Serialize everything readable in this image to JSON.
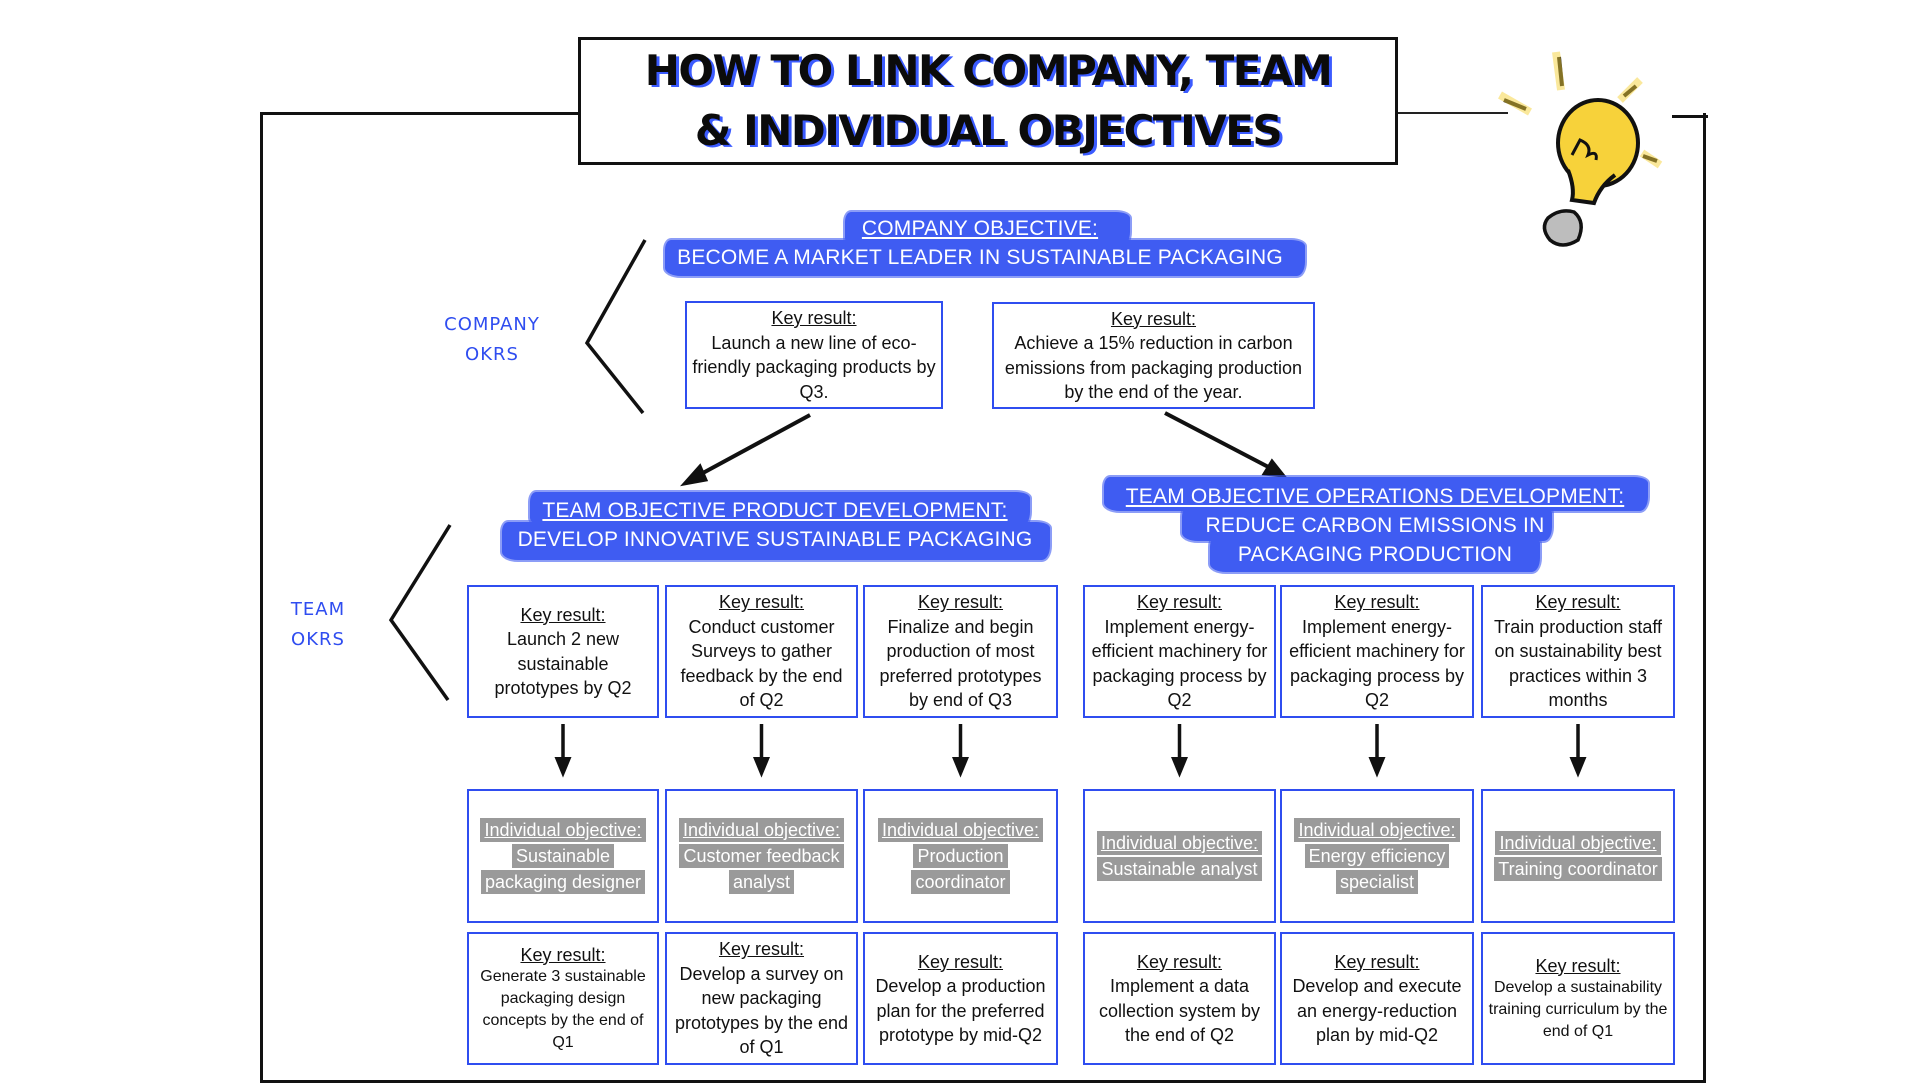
{
  "title": {
    "line1": "HOW TO LINK COMPANY, TEAM",
    "line2": "& INDIVIDUAL OBJECTIVES"
  },
  "colors": {
    "accent_blue": "#3f5cf2",
    "box_border_blue": "#2f4df0",
    "individual_gray": "#9a9a9a",
    "bulb_yellow": "#f7d23a"
  },
  "side_labels": {
    "company": [
      "COMPANY",
      "OKRS"
    ],
    "team": [
      "TEAM",
      "OKRS"
    ]
  },
  "company_objective": {
    "heading": "COMPANY OBJECTIVE:",
    "text": "BECOME A MARKET LEADER IN SUSTAINABLE PACKAGING"
  },
  "company_key_results": [
    {
      "label": "Key result:",
      "text": "Launch a new line of eco-friendly packaging products by Q3."
    },
    {
      "label": "Key result:",
      "text": "Achieve a 15% reduction in carbon emissions from packaging production by the end of the year."
    }
  ],
  "team_objectives": [
    {
      "heading": "TEAM OBJECTIVE PRODUCT DEVELOPMENT:",
      "lines": [
        "DEVELOP INNOVATIVE SUSTAINABLE PACKAGING"
      ]
    },
    {
      "heading": "TEAM OBJECTIVE OPERATIONS DEVELOPMENT:",
      "lines": [
        "REDUCE CARBON EMISSIONS IN",
        "PACKAGING PRODUCTION"
      ]
    }
  ],
  "team_key_results": [
    {
      "label": "Key result:",
      "text": "Launch 2 new sustainable prototypes by Q2"
    },
    {
      "label": "Key result:",
      "text": "Conduct customer Surveys to gather feedback by the end of Q2"
    },
    {
      "label": "Key result:",
      "text": "Finalize and begin production of most preferred prototypes by end of Q3"
    },
    {
      "label": "Key result:",
      "text": "Implement energy-efficient machinery for packaging process by Q2"
    },
    {
      "label": "Key result:",
      "text": "Implement energy-efficient machinery for packaging process by Q2"
    },
    {
      "label": "Key result:",
      "text": "Train production staff on sustainability best practices within 3 months"
    }
  ],
  "individual_objectives": [
    {
      "label": "Individual objective:",
      "lines": [
        "Sustainable",
        "packaging designer"
      ]
    },
    {
      "label": "Individual objective:",
      "lines": [
        "Customer feedback",
        "analyst"
      ]
    },
    {
      "label": "Individual objective:",
      "lines": [
        "Production",
        "coordinator"
      ]
    },
    {
      "label": "Individual objective:",
      "lines": [
        "Sustainable analyst"
      ]
    },
    {
      "label": "Individual objective:",
      "lines": [
        "Energy efficiency",
        "specialist"
      ]
    },
    {
      "label": "Individual objective:",
      "lines": [
        "Training coordinator"
      ]
    }
  ],
  "individual_key_results": [
    {
      "label": "Key result:",
      "text": "Generate 3 sustainable packaging design concepts by the end of Q1"
    },
    {
      "label": "Key result:",
      "text": "Develop a survey on new packaging prototypes by the end of Q1"
    },
    {
      "label": "Key result:",
      "text": "Develop a production plan for the preferred prototype by mid-Q2"
    },
    {
      "label": "Key result:",
      "text": "Implement a data collection system by the end of Q2"
    },
    {
      "label": "Key result:",
      "text": "Develop and execute an energy-reduction plan by mid-Q2"
    },
    {
      "label": "Key result:",
      "text": "Develop a sustainability training curriculum by the end of Q1"
    }
  ],
  "icons": {
    "lightbulb": "lightbulb-icon",
    "brace": "bracket-icon",
    "arrow": "arrow-down-icon"
  }
}
